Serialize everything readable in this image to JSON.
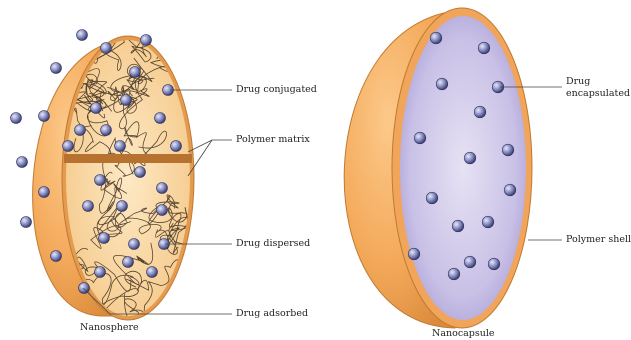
{
  "labels": {
    "drug_conjugated": "Drug conjugated",
    "polymer_matrix": "Polymer matrix",
    "drug_dispersed": "Drug dispersed",
    "drug_adsorbed": "Drug adsorbed",
    "drug_encapsulated_line1": "Drug",
    "drug_encapsulated_line2": "encapsulated",
    "polymer_shell": "Polymer shell"
  },
  "captions": {
    "nanosphere": "Nanosphere",
    "nanocapsule": "Nanocapsule"
  },
  "colors": {
    "shell_orange": "#f4a95a",
    "shell_dark": "#d98a3a",
    "matrix_fill": "#fbdcaa",
    "cut_band": "#b8722f",
    "capsule_inner": "#c9c1e6",
    "drug_particle": "#8a8fc4",
    "line": "#444444"
  },
  "icons": {
    "drug_particle": "drug-particle-icon",
    "polymer_chain": "polymer-chain-icon"
  }
}
